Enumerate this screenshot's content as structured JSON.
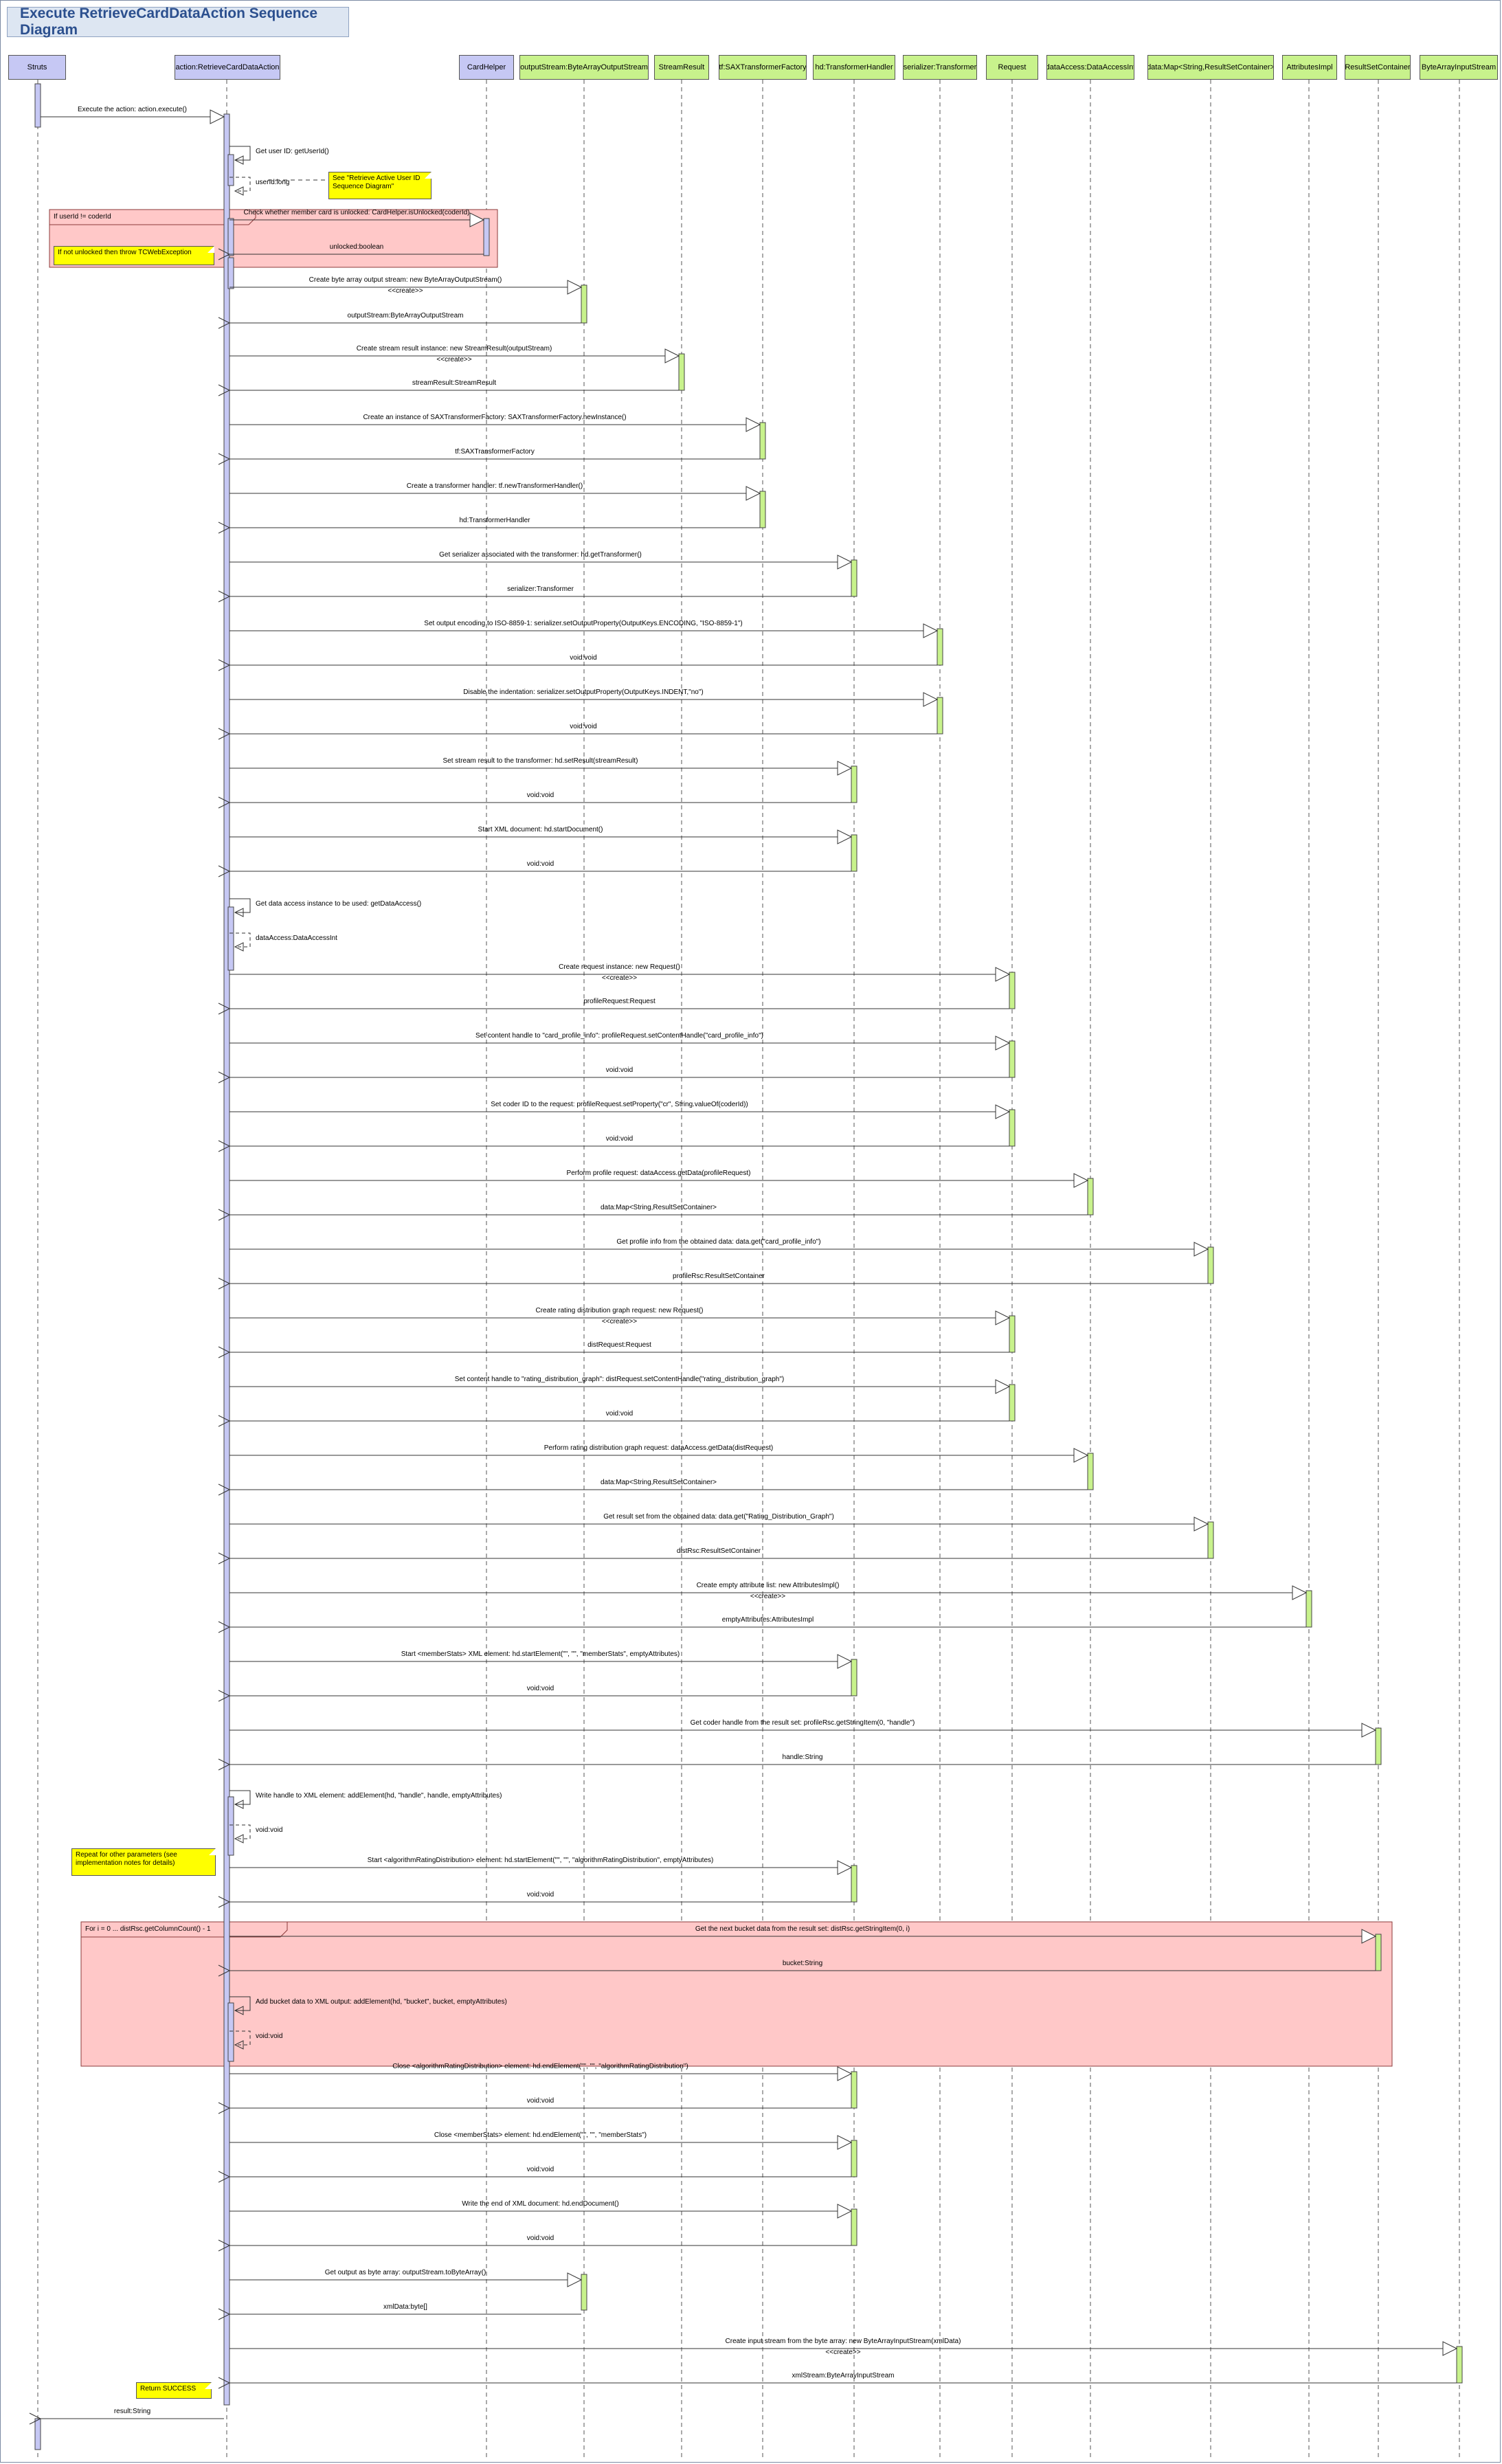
{
  "title": "Execute RetrieveCardDataAction Sequence Diagram",
  "lifelines": [
    {
      "id": "struts",
      "label": "Struts",
      "color": "blue"
    },
    {
      "id": "action",
      "label": "action:RetrieveCardDataAction",
      "color": "blue"
    },
    {
      "id": "cardhelper",
      "label": "CardHelper",
      "color": "blue"
    },
    {
      "id": "outputstream",
      "label": "outputStream:ByteArrayOutputStream",
      "color": "green"
    },
    {
      "id": "streamresult",
      "label": "StreamResult",
      "color": "green"
    },
    {
      "id": "tfactory",
      "label": "tf:SAXTransformerFactory",
      "color": "green"
    },
    {
      "id": "hd",
      "label": "hd:TransformerHandler",
      "color": "green"
    },
    {
      "id": "serializer",
      "label": "serializer:Transformer",
      "color": "green"
    },
    {
      "id": "request",
      "label": "Request",
      "color": "green"
    },
    {
      "id": "dataaccess",
      "label": "dataAccess:DataAccessInt",
      "color": "green"
    },
    {
      "id": "datamap",
      "label": "data:Map<String,ResultSetContainer>",
      "color": "green"
    },
    {
      "id": "attributesimpl",
      "label": "AttributesImpl",
      "color": "green"
    },
    {
      "id": "rsc",
      "label": "ResultSetContainer",
      "color": "green"
    },
    {
      "id": "bytearrayinput",
      "label": "ByteArrayInputStream",
      "color": "green"
    }
  ],
  "messages": [
    {
      "text": "Execute the action: action.execute()"
    },
    {
      "text": "Get user ID: getUserId()"
    },
    {
      "text": "userId:long"
    },
    {
      "text": "Check whether member card is unlocked: CardHelper.isUnlocked(coderId)"
    },
    {
      "text": "unlocked:boolean"
    },
    {
      "text": "Create byte array output stream: new ByteArrayOutputStream()"
    },
    {
      "text": "outputStream:ByteArrayOutputStream"
    },
    {
      "text": "Create stream result instance: new StreamResult(outputStream)"
    },
    {
      "text": "streamResult:StreamResult"
    },
    {
      "text": "Create an instance of SAXTransformerFactory: SAXTransformerFactory.newInstance()"
    },
    {
      "text": "tf:SAXTransformerFactory"
    },
    {
      "text": "Create a transformer handler: tf.newTransformerHandler()"
    },
    {
      "text": "hd:TransformerHandler"
    },
    {
      "text": "Get serializer associated with the transformer: hd.getTransformer()"
    },
    {
      "text": "serializer:Transformer"
    },
    {
      "text": "Set output encoding to ISO-8859-1: serializer.setOutputProperty(OutputKeys.ENCODING, \"ISO-8859-1\")"
    },
    {
      "text": "void:void"
    },
    {
      "text": "Disable the indentation: serializer.setOutputProperty(OutputKeys.INDENT,\"no\")"
    },
    {
      "text": "void:void"
    },
    {
      "text": "Set stream result to the transformer: hd.setResult(streamResult)"
    },
    {
      "text": "void:void"
    },
    {
      "text": "Start XML document: hd.startDocument()"
    },
    {
      "text": "void:void"
    },
    {
      "text": "Get data access instance to be used: getDataAccess()"
    },
    {
      "text": "dataAccess:DataAccessInt"
    },
    {
      "text": "Create request instance: new Request()"
    },
    {
      "text": "profileRequest:Request"
    },
    {
      "text": "Set content handle to \"card_profile_info\": profileRequest.setContentHandle(\"card_profile_info\")"
    },
    {
      "text": "void:void"
    },
    {
      "text": "Set coder ID to the request: profileRequest.setProperty(\"cr\", String.valueOf(coderId))"
    },
    {
      "text": "void:void"
    },
    {
      "text": "Perform profile request: dataAccess.getData(profileRequest)"
    },
    {
      "text": "data:Map<String,ResultSetContainer>"
    },
    {
      "text": "Get profile info from the obtained data: data.get(\"card_profile_info\")"
    },
    {
      "text": "profileRsc:ResultSetContainer"
    },
    {
      "text": "Create rating distribution graph request: new Request()"
    },
    {
      "text": "distRequest:Request"
    },
    {
      "text": "Set content handle to \"rating_distribution_graph\": distRequest.setContentHandle(\"rating_distribution_graph\")"
    },
    {
      "text": "void:void"
    },
    {
      "text": "Perform rating distribution graph request: dataAccess.getData(distRequest)"
    },
    {
      "text": "data:Map<String,ResultSetContainer>"
    },
    {
      "text": "Get result set from the obtained data: data.get(\"Rating_Distribution_Graph\")"
    },
    {
      "text": "distRsc:ResultSetContainer"
    },
    {
      "text": "Create empty attribute list: new AttributesImpl()"
    },
    {
      "text": "emptyAttributes:AttributesImpl"
    },
    {
      "text": "Start <memberStats> XML element: hd.startElement(\"\", \"\", \"memberStats\", emptyAttributes)"
    },
    {
      "text": "void:void"
    },
    {
      "text": "Get coder handle from the result set: profileRsc.getStringItem(0, \"handle\")"
    },
    {
      "text": "handle:String"
    },
    {
      "text": "Write handle to XML element: addElement(hd, \"handle\", handle, emptyAttributes)"
    },
    {
      "text": "void:void"
    },
    {
      "text": "Start <algorithmRatingDistribution> element: hd.startElement(\"\", \"\", \"algorithmRatingDistribution\", emptyAttributes)"
    },
    {
      "text": "void:void"
    },
    {
      "text": "Get the next bucket data from the result set: distRsc.getStringItem(0, i)"
    },
    {
      "text": "bucket:String"
    },
    {
      "text": "Add bucket data to XML output: addElement(hd, \"bucket\", bucket, emptyAttributes)"
    },
    {
      "text": "void:void"
    },
    {
      "text": "Close <algorithmRatingDistribution> element: hd.endElement(\"\", \"\", \"algorithmRatingDistribution\")"
    },
    {
      "text": "void:void"
    },
    {
      "text": "Close <memberStats> element: hd.endElement(\"\", \"\", \"memberStats\")"
    },
    {
      "text": "void:void"
    },
    {
      "text": "Write the end of XML document: hd.endDocument()"
    },
    {
      "text": "void:void"
    },
    {
      "text": "Get output as byte array: outputStream.toByteArray()"
    },
    {
      "text": "xmlData:byte[]"
    },
    {
      "text": "Create input stream from the byte array: new ByteArrayInputStream(xmlData)"
    },
    {
      "text": "xmlStream:ByteArrayInputStream"
    },
    {
      "text": "result:String"
    }
  ],
  "creates": [
    "<<create>>"
  ],
  "fragments": [
    {
      "label": "If userId != coderId"
    },
    {
      "label": "For i = 0 ... distRsc.getColumnCount() - 1"
    }
  ],
  "notes": [
    {
      "text": "See \"Retrieve Active User ID Sequence Diagram\""
    },
    {
      "text": "If not unlocked then throw TCWebException"
    },
    {
      "text": "Repeat for other parameters (see implementation notes for details)"
    },
    {
      "text": "Return SUCCESS"
    }
  ]
}
